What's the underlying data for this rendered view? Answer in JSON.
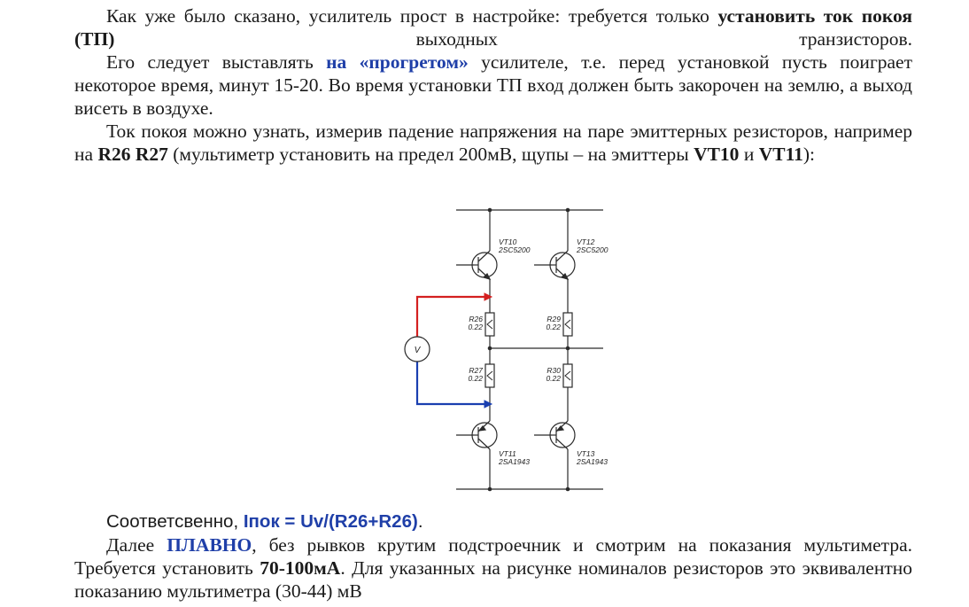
{
  "text": {
    "p1": {
      "a": "Как уже было сказано, усилитель прост в настройке: требуется только ",
      "b": "установить ток покоя (ТП)",
      "c": " выходных транзисторов."
    },
    "p2": {
      "a": "Его следует выставлять ",
      "b": "на «прогретом»",
      "c": " усилителе, т.е. перед установкой пусть поиграет некоторое время, минут 15-20. Во время установки ТП вход должен быть закорочен на землю, а выход висеть в воздухе."
    },
    "p3": {
      "a": "Ток покоя можно узнать, измерив падение напряжения на паре эмиттерных резисторов, например на ",
      "b": "R26 R27",
      "c": " (мультиметр установить на предел 200мВ, щупы – на эмиттеры ",
      "d": "VT10",
      "e": " и ",
      "f": "VT11",
      "g": "):"
    },
    "p4": {
      "a": "Соответсвенно, ",
      "b": "Iпок = Uv/(R26+R26)",
      "c": "."
    },
    "p5": {
      "a": "Далее ",
      "b": "ПЛАВНО",
      "c": ", без рывков крутим подстроечник и смотрим на показания мультиметра. Требуется установить ",
      "d": "70-100мА",
      "e": ". Для указанных на рисунке номиналов резисторов это эквивалентно показанию мультиметра (30-44) мВ"
    }
  },
  "schematic": {
    "vt10": {
      "name": "VT10",
      "part": "2SC5200"
    },
    "vt12": {
      "name": "VT12",
      "part": "2SC5200"
    },
    "vt11": {
      "name": "VT11",
      "part": "2SA1943"
    },
    "vt13": {
      "name": "VT13",
      "part": "2SA1943"
    },
    "r26": {
      "name": "R26",
      "value": "0.22"
    },
    "r27": {
      "name": "R27",
      "value": "0.22"
    },
    "r29": {
      "name": "R29",
      "value": "0.22"
    },
    "r30": {
      "name": "R30",
      "value": "0.22"
    },
    "meter": "V",
    "colors": {
      "probe_red": "#d42020",
      "probe_blue": "#1a3fb0",
      "wire": "#2a2a2a"
    }
  }
}
